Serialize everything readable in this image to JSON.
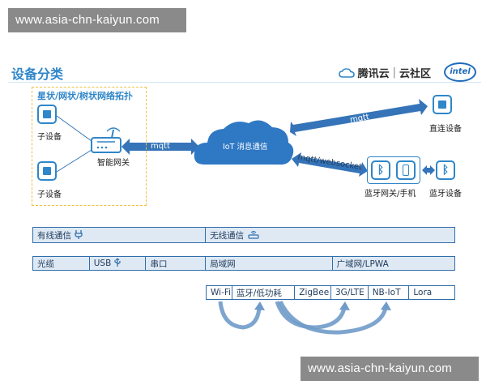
{
  "watermark": {
    "top": "www.asia-chn-kaiyun.com",
    "bottom": "www.asia-chn-kaiyun.com"
  },
  "slide": {
    "title": "设备分类"
  },
  "brand": {
    "tencent": "腾讯云",
    "separator": "|",
    "community": "云社区",
    "intel": "intel"
  },
  "topology": {
    "label": "星状/网状/树状网络拓扑"
  },
  "nodes": {
    "sub_device_1": "子设备",
    "sub_device_2": "子设备",
    "gateway": "智能网关",
    "cloud": "IoT 消息通信",
    "direct_device": "直连设备",
    "bt_gateway": "蓝牙网关/手机",
    "bt_device": "蓝牙设备"
  },
  "links": {
    "gateway_cloud": "mqtt",
    "cloud_direct": "mqtt",
    "cloud_bt": "mqtt/websocket"
  },
  "comm_bar": {
    "wired": "有线通信",
    "wireless": "无线通信"
  },
  "medium_bar": {
    "fiber": "光缆",
    "usb": "USB",
    "serial": "串口",
    "lan": "局域网",
    "wan": "广域网/LPWA"
  },
  "protocols": [
    "Wi-Fi",
    "蓝牙/低功耗",
    "ZigBee",
    "3G/LTE",
    "NB-IoT",
    "Lora"
  ],
  "colors": {
    "accent": "#2f86c9",
    "arrow": "#3574b8",
    "dashed_box": "#f0c040",
    "bar_fill": "#dfe9f4"
  },
  "icons": [
    "chip-icon",
    "router-icon",
    "cloud-icon",
    "bluetooth-icon",
    "phone-icon",
    "usb-icon",
    "plug-icon",
    "wireless-icon",
    "tencent-cloud-icon"
  ]
}
